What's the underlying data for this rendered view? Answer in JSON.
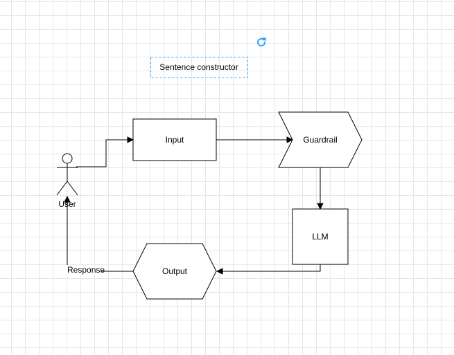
{
  "canvas": {
    "grid": true,
    "grid_color": "#e6e6e6",
    "background": "#ffffff"
  },
  "text_box": {
    "label": "Sentence constructor",
    "border_color": "#29a3ff",
    "selected": true
  },
  "rotate_handle": {
    "icon": "rotate-icon",
    "color": "#29a3ff"
  },
  "nodes": {
    "user": {
      "label": "User",
      "shape": "actor"
    },
    "input": {
      "label": "Input",
      "shape": "rectangle"
    },
    "guardrail": {
      "label": "Guardrail",
      "shape": "step"
    },
    "llm": {
      "label": "LLM",
      "shape": "rectangle"
    },
    "output": {
      "label": "Output",
      "shape": "hexagon"
    }
  },
  "edges": {
    "user_to_input": {
      "label": ""
    },
    "input_to_guardrail": {
      "label": ""
    },
    "guardrail_to_llm": {
      "label": ""
    },
    "llm_to_output": {
      "label": ""
    },
    "output_to_user": {
      "label": "Response"
    }
  }
}
